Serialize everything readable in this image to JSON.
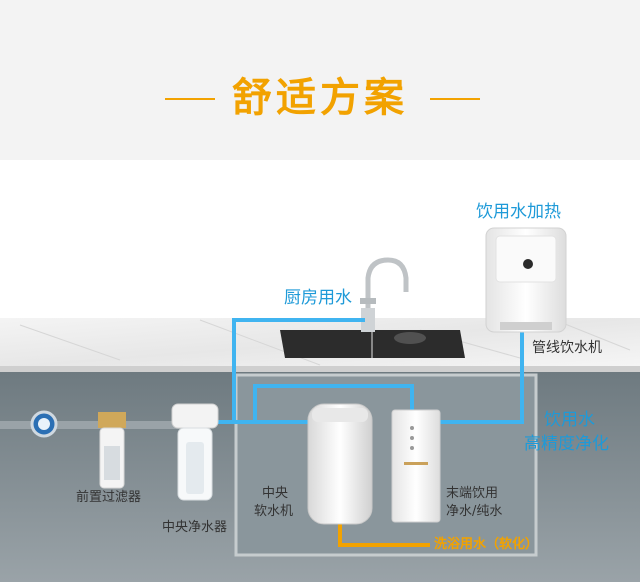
{
  "header": {
    "title": "舒适方案"
  },
  "labels": {
    "water_heater": "饮用水加热",
    "kitchen_water": "厨房用水",
    "pipeline_machine": "管线饮水机",
    "drinking_water": "饮用水",
    "purification": "高精度净化",
    "prefilter": "前置过滤器",
    "central_purifier": "中央净水器",
    "softener_line1": "中央",
    "softener_line2": "软水机",
    "terminal_line1": "末端饮用",
    "terminal_line2": "净水/纯水",
    "bath_water": "洗浴用水（软化）"
  },
  "colors": {
    "accent": "#f2a200",
    "water_blue": "#1e9ad8",
    "pipe_blue": "#40b4f0"
  }
}
